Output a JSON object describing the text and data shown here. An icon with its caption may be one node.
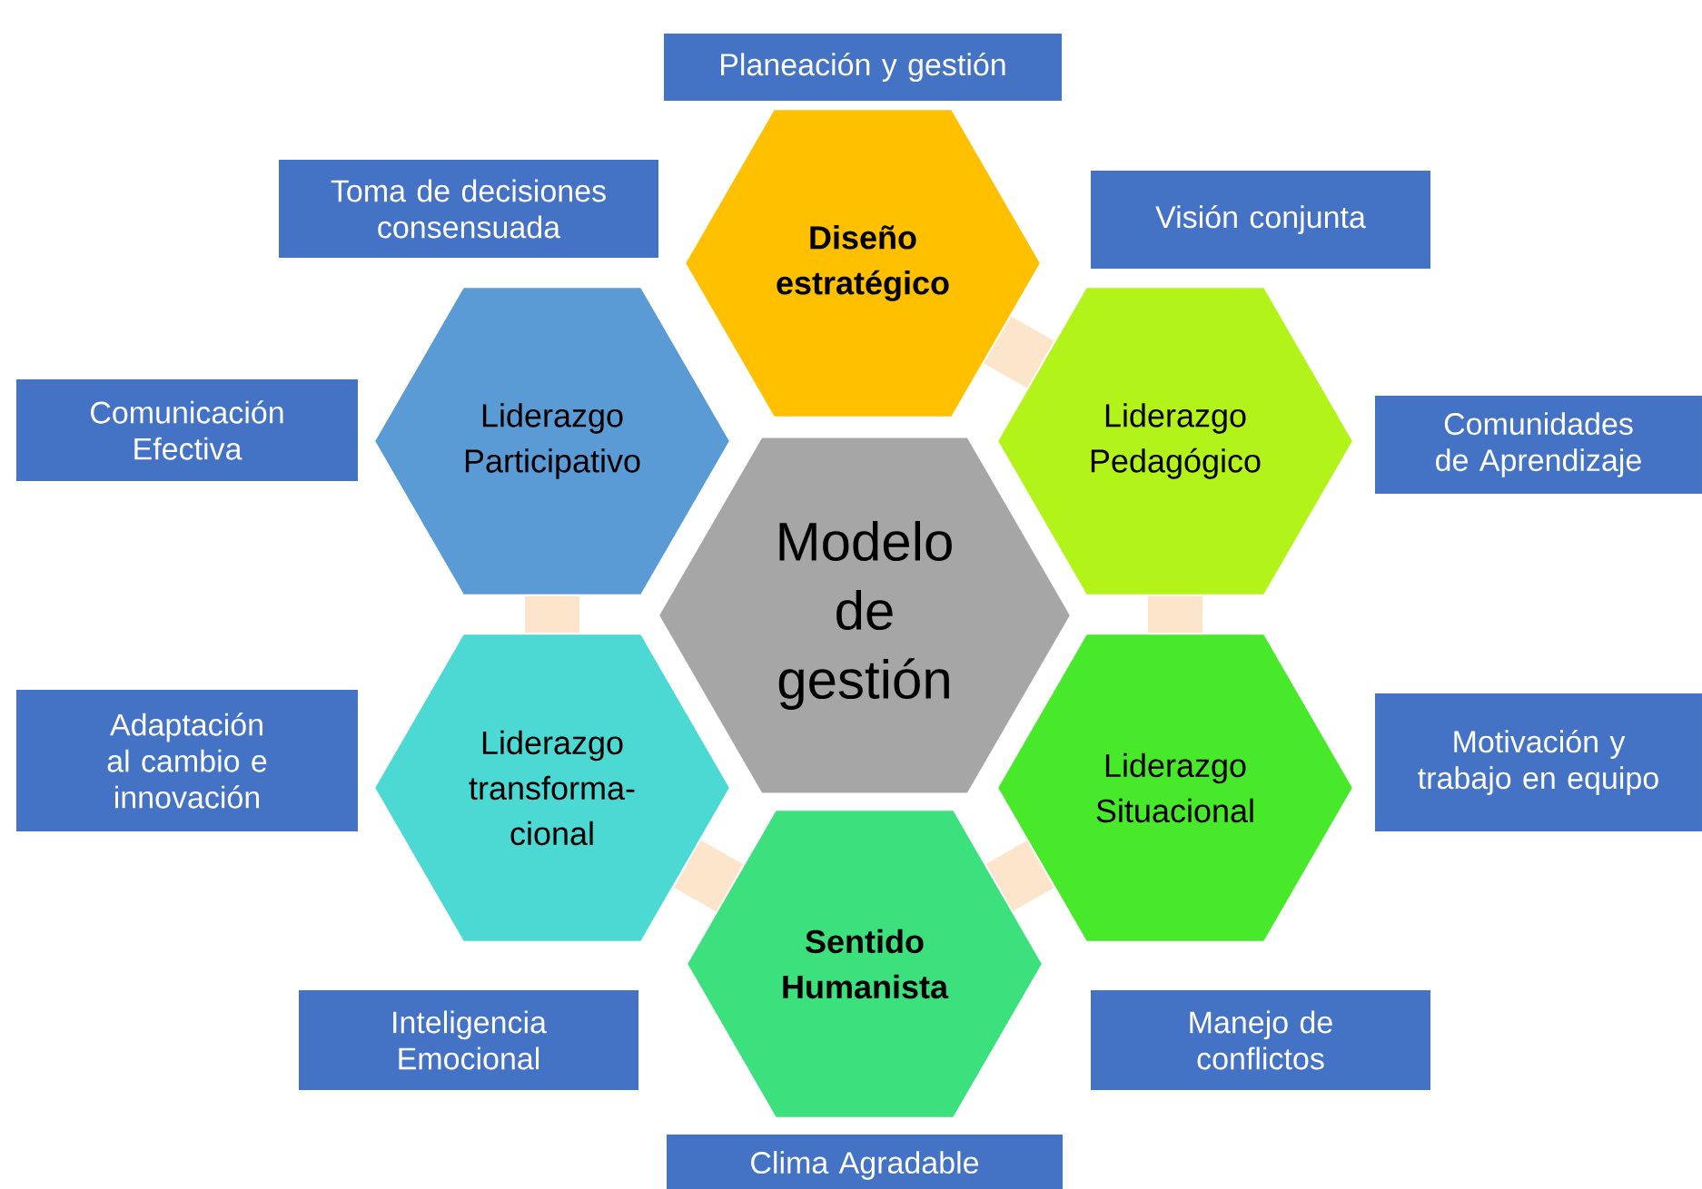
{
  "diagram": {
    "nodes": [
      {
        "text": [
          "Planeación y gestión"
        ]
      },
      {
        "text": [
          "Toma de decisiones consensuada"
        ]
      },
      {
        "text": [
          "Diseño estratégico"
        ]
      },
      {
        "text": [
          "Visión conjunta"
        ]
      },
      {
        "text": [
          "Liderazgo Participativo"
        ]
      },
      {
        "text": [
          "Comunicación Efectiva"
        ]
      },
      {
        "text": [
          "Liderazgo Pedagógico"
        ]
      },
      {
        "text": [
          "Comunidades de Aprendizaje"
        ]
      },
      {
        "text": [
          "Modelo de gestión"
        ]
      },
      {
        "text": [
          "Adaptación al cambio e innovación"
        ]
      },
      {
        "text": [
          "Motivación y trabajo en equipo"
        ]
      },
      {
        "text": [
          "Liderazgo transforma- cional"
        ]
      },
      {
        "text": [
          "Liderazgo Situacional"
        ]
      },
      {
        "text": [
          "Sentido Humanista"
        ]
      },
      {
        "text": [
          "Inteligencia Emocional"
        ]
      },
      {
        "text": [
          "Manejo de conflictos"
        ]
      },
      {
        "text": [
          "Clima Agradable"
        ]
      }
    ],
    "edges": [
      {
        "from": 2,
        "to": 6,
        "arrow": "none"
      },
      {
        "from": 6,
        "to": 12,
        "arrow": "none"
      },
      {
        "from": 12,
        "to": 13,
        "arrow": "none"
      },
      {
        "from": 13,
        "to": 11,
        "arrow": "none"
      },
      {
        "from": 11,
        "to": 4,
        "arrow": "none"
      }
    ]
  }
}
